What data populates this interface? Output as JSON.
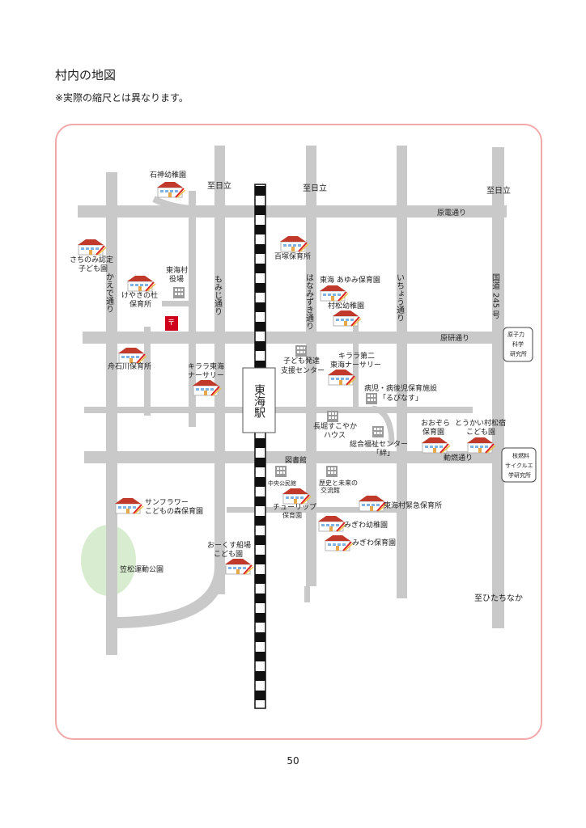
{
  "page": {
    "title": "村内の地図",
    "subtitle": "※実際の縮尺とは異なります。",
    "page_number": "50"
  },
  "colors": {
    "road": "#c9c9c9",
    "frame": "#f2a9a9",
    "park": "#d8eccf",
    "rail": "#111111",
    "building": "#8e8e8e",
    "school_roof": "#c0392b",
    "post": "#d0021b"
  },
  "roads": {
    "genden": "原電通り",
    "genken": "原研通り",
    "douen": "動燃通り",
    "route245_a": "国道",
    "route245_b": "245",
    "route245_c": "号",
    "kaede": "かえで通り",
    "momiji": "もみじ通り",
    "hanamizuki": "はなみずき通り",
    "icho": "いちょう通り"
  },
  "directions": {
    "hitachi_1": "至日立",
    "hitachi_2": "至日立",
    "hitachi_3": "至日立",
    "hitachinaka": "至ひたちなか"
  },
  "station": "東海駅",
  "facilities": {
    "ishigami": "石神幼稚園",
    "sachinomi_1": "さちのみ認定",
    "sachinomi_2": "子ども園",
    "keyaki_1": "けやきの杜",
    "keyaki_2": "保育所",
    "village_office_1": "東海村",
    "village_office_2": "役場",
    "momozuka": "百塚保育所",
    "ayumi": "東海 あゆみ保育園",
    "muramatsu": "村松幼稚園",
    "funaishikawa": "舟石川保育所",
    "kirara_1": "キララ東海",
    "kirara_2": "ナーサリー",
    "kodomo_1": "子ども発達",
    "kodomo_2": "支援センター",
    "kirara2_1": "キララ第二",
    "kirara2_2": "東海ナーサリー",
    "byouji_1": "病児・病後児保育施設",
    "byouji_2": "「るぴなす」",
    "nagahori_1": "長堀すこやか",
    "nagahori_2": "ハウス",
    "sougou_1": "総合福祉センター",
    "sougou_2": "「絆」",
    "oozora_1": "おおぞら",
    "oozora_2": "保育園",
    "toukai_muramatsu_1": "とうかい村松宿",
    "toukai_muramatsu_2": "こども園",
    "library": "図書館",
    "chuo": "中央公民館",
    "rekishi_1": "歴史と未来の",
    "rekishi_2": "交流館",
    "sunflower_1": "サンフラワー",
    "sunflower_2": "こどもの森保育園",
    "tulip_1": "チューリップ",
    "tulip_2": "保育園",
    "kinkyu": "東海村緊急保育所",
    "migiwa_kinder": "みぎわ幼稚園",
    "migiwa_nursery": "みぎわ保育園",
    "ookusu_1": "おーくす船場",
    "ookusu_2": "こども園",
    "kasamatsu": "笠松運動公園",
    "genshiryoku_1": "原子力",
    "genshiryoku_2": "科学",
    "genshiryoku_3": "研究所",
    "kakunenryo_1": "核燃料",
    "kakunenryo_2": "サイクルエ",
    "kakunenryo_3": "学研究所",
    "post_mark": "〒"
  }
}
